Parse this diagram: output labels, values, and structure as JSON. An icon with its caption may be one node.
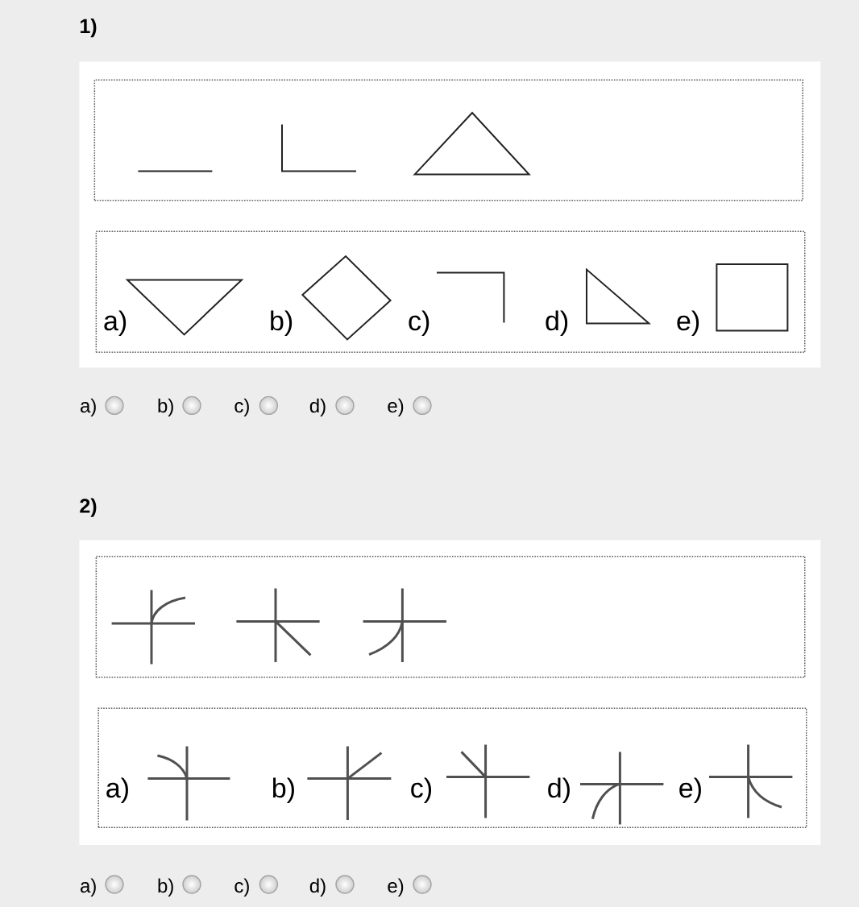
{
  "diagram": {
    "nodes": [
      {
        "text": [],
        "shape": "box"
      },
      {
        "text": [],
        "shape": "box",
        "in": 0
      },
      {
        "text": [],
        "shape": "line",
        "in": 1
      },
      {
        "text": [],
        "shape": "angle",
        "in": 1
      },
      {
        "text": [],
        "shape": "triangle",
        "in": 1
      },
      {
        "text": [
          "a)",
          "b)",
          "c)",
          "d)",
          "e)"
        ],
        "in": 0
      },
      {
        "text": [],
        "shape": "triangle",
        "in": 5
      },
      {
        "text": [],
        "shape": "diamond",
        "in": 5
      },
      {
        "text": [],
        "shape": "angle",
        "in": 5
      },
      {
        "text": [],
        "shape": "triangle",
        "in": 5
      },
      {
        "text": [],
        "shape": "box",
        "in": 5
      },
      {
        "text": [],
        "shape": "box"
      },
      {
        "text": [],
        "shape": "box",
        "in": 11
      },
      {
        "text": [],
        "shape": "cross",
        "in": 12
      },
      {
        "text": [],
        "shape": "cross",
        "in": 12
      },
      {
        "text": [],
        "shape": "cross",
        "in": 12
      },
      {
        "text": [
          "a)",
          "b)",
          "c)",
          "d)",
          "e)"
        ],
        "in": 11
      },
      {
        "text": [],
        "shape": "cross",
        "in": 16
      },
      {
        "text": [],
        "shape": "cross",
        "in": 16
      },
      {
        "text": [],
        "shape": "cross",
        "in": 16
      },
      {
        "text": [],
        "shape": "cross",
        "in": 16
      },
      {
        "text": [],
        "shape": "cross",
        "in": 16
      }
    ],
    "labels": [
      "1)",
      "a)",
      "b)",
      "c)",
      "d)",
      "e)",
      "2)",
      "a)",
      "b)",
      "c)",
      "d)",
      "e)"
    ]
  }
}
